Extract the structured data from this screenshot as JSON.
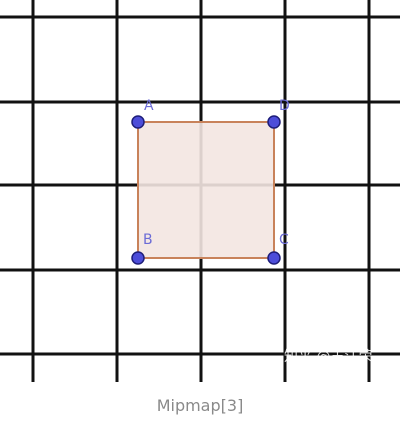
{
  "figure": {
    "points": [
      {
        "id": "A",
        "label": "A"
      },
      {
        "id": "B",
        "label": "B"
      },
      {
        "id": "C",
        "label": "C"
      },
      {
        "id": "D",
        "label": "D"
      }
    ],
    "watermark": "知乎 @王江荣",
    "colors": {
      "grid": "#111111",
      "square_fill": "#f3e6e1",
      "square_stroke": "#c8825a",
      "point_fill": "#4d4dd9",
      "point_stroke": "#1e1e7a",
      "label": "#6b6bd6"
    }
  },
  "caption": "Mipmap[3]"
}
